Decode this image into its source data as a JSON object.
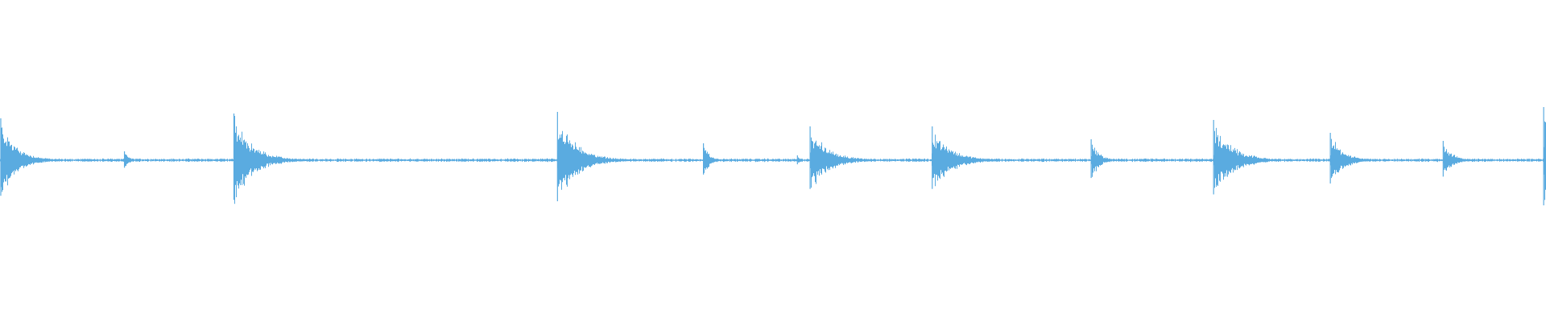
{
  "chart_data": {
    "type": "waveform",
    "color": "#5aabe0",
    "x_range": [
      0,
      1
    ],
    "amplitude_range": [
      -1,
      1
    ],
    "noise_floor": 0.015,
    "transients": [
      {
        "t": 0.0005,
        "amp": 0.52,
        "decay": 0.01
      },
      {
        "t": 0.0805,
        "amp": 0.11,
        "decay": 0.003
      },
      {
        "t": 0.1513,
        "amp": 0.58,
        "decay": 0.012
      },
      {
        "t": 0.3606,
        "amp": 0.6,
        "decay": 0.012
      },
      {
        "t": 0.455,
        "amp": 0.21,
        "decay": 0.004
      },
      {
        "t": 0.5158,
        "amp": 0.06,
        "decay": 0.002
      },
      {
        "t": 0.524,
        "amp": 0.42,
        "decay": 0.012
      },
      {
        "t": 0.603,
        "amp": 0.42,
        "decay": 0.012
      },
      {
        "t": 0.7058,
        "amp": 0.26,
        "decay": 0.005
      },
      {
        "t": 0.785,
        "amp": 0.5,
        "decay": 0.012
      },
      {
        "t": 0.8605,
        "amp": 0.34,
        "decay": 0.008
      },
      {
        "t": 0.9335,
        "amp": 0.24,
        "decay": 0.006
      },
      {
        "t": 0.9985,
        "amp": 0.66,
        "decay": 0.01
      }
    ]
  }
}
